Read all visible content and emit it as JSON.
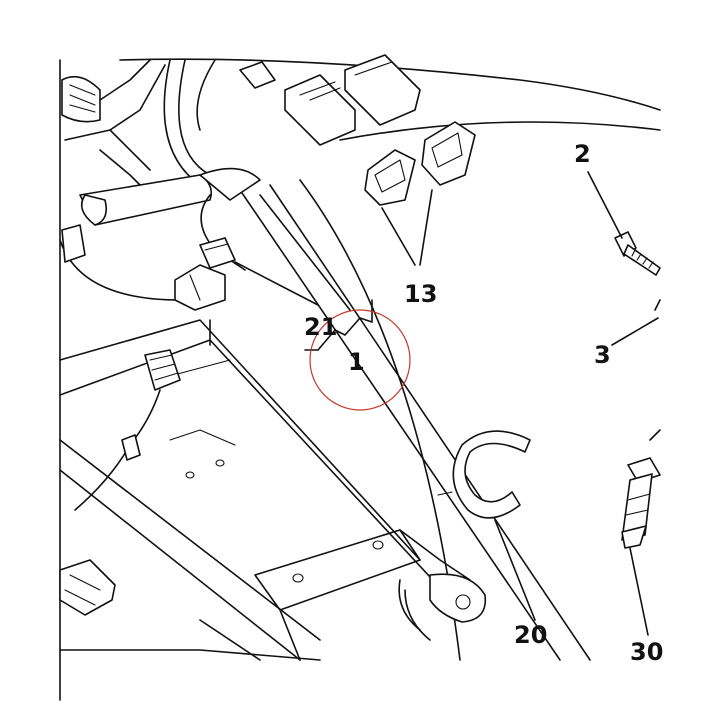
{
  "callouts": {
    "c1": "1",
    "c2": "2",
    "c3": "3",
    "c13": "13",
    "c20": "20",
    "c21": "21",
    "c30": "30"
  },
  "colors": {
    "ink": "#111111",
    "highlight_circle": "#c0392b",
    "background": "#ffffff"
  }
}
